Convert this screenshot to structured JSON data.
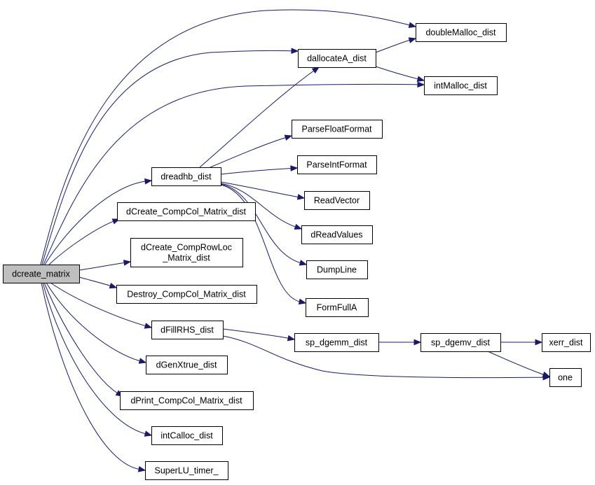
{
  "graph": {
    "nodes": [
      {
        "id": "dcreate_matrix",
        "lines": [
          "dcreate_matrix"
        ],
        "root": true
      },
      {
        "id": "doubleMalloc_dist",
        "lines": [
          "doubleMalloc_dist"
        ]
      },
      {
        "id": "dallocateA_dist",
        "lines": [
          "dallocateA_dist"
        ]
      },
      {
        "id": "intMalloc_dist",
        "lines": [
          "intMalloc_dist"
        ]
      },
      {
        "id": "ParseFloatFormat",
        "lines": [
          "ParseFloatFormat"
        ]
      },
      {
        "id": "ParseIntFormat",
        "lines": [
          "ParseIntFormat"
        ]
      },
      {
        "id": "dreadhb_dist",
        "lines": [
          "dreadhb_dist"
        ]
      },
      {
        "id": "ReadVector",
        "lines": [
          "ReadVector"
        ]
      },
      {
        "id": "dCreate_CompCol_Matrix_dist",
        "lines": [
          "dCreate_CompCol_Matrix_dist"
        ]
      },
      {
        "id": "dReadValues",
        "lines": [
          "dReadValues"
        ]
      },
      {
        "id": "dCreate_CompRowLoc_Matrix_dist",
        "lines": [
          "dCreate_CompRowLoc",
          "_Matrix_dist"
        ]
      },
      {
        "id": "DumpLine",
        "lines": [
          "DumpLine"
        ]
      },
      {
        "id": "Destroy_CompCol_Matrix_dist",
        "lines": [
          "Destroy_CompCol_Matrix_dist"
        ]
      },
      {
        "id": "FormFullA",
        "lines": [
          "FormFullA"
        ]
      },
      {
        "id": "dFillRHS_dist",
        "lines": [
          "dFillRHS_dist"
        ]
      },
      {
        "id": "sp_dgemm_dist",
        "lines": [
          "sp_dgemm_dist"
        ]
      },
      {
        "id": "sp_dgemv_dist",
        "lines": [
          "sp_dgemv_dist"
        ]
      },
      {
        "id": "xerr_dist",
        "lines": [
          "xerr_dist"
        ]
      },
      {
        "id": "dGenXtrue_dist",
        "lines": [
          "dGenXtrue_dist"
        ]
      },
      {
        "id": "one",
        "lines": [
          "one"
        ]
      },
      {
        "id": "dPrint_CompCol_Matrix_dist",
        "lines": [
          "dPrint_CompCol_Matrix_dist"
        ]
      },
      {
        "id": "intCalloc_dist",
        "lines": [
          "intCalloc_dist"
        ]
      },
      {
        "id": "SuperLU_timer_",
        "lines": [
          "SuperLU_timer_"
        ]
      }
    ],
    "edges": [
      {
        "from": "dcreate_matrix",
        "to": "doubleMalloc_dist"
      },
      {
        "from": "dcreate_matrix",
        "to": "dallocateA_dist"
      },
      {
        "from": "dcreate_matrix",
        "to": "intMalloc_dist"
      },
      {
        "from": "dcreate_matrix",
        "to": "dreadhb_dist"
      },
      {
        "from": "dcreate_matrix",
        "to": "dCreate_CompCol_Matrix_dist"
      },
      {
        "from": "dcreate_matrix",
        "to": "dCreate_CompRowLoc_Matrix_dist"
      },
      {
        "from": "dcreate_matrix",
        "to": "Destroy_CompCol_Matrix_dist"
      },
      {
        "from": "dcreate_matrix",
        "to": "dFillRHS_dist"
      },
      {
        "from": "dcreate_matrix",
        "to": "dGenXtrue_dist"
      },
      {
        "from": "dcreate_matrix",
        "to": "dPrint_CompCol_Matrix_dist"
      },
      {
        "from": "dcreate_matrix",
        "to": "intCalloc_dist"
      },
      {
        "from": "dcreate_matrix",
        "to": "SuperLU_timer_"
      },
      {
        "from": "dallocateA_dist",
        "to": "doubleMalloc_dist"
      },
      {
        "from": "dallocateA_dist",
        "to": "intMalloc_dist"
      },
      {
        "from": "dreadhb_dist",
        "to": "dallocateA_dist"
      },
      {
        "from": "dreadhb_dist",
        "to": "ParseFloatFormat"
      },
      {
        "from": "dreadhb_dist",
        "to": "ParseIntFormat"
      },
      {
        "from": "dreadhb_dist",
        "to": "ReadVector"
      },
      {
        "from": "dreadhb_dist",
        "to": "dReadValues"
      },
      {
        "from": "dreadhb_dist",
        "to": "DumpLine"
      },
      {
        "from": "dreadhb_dist",
        "to": "FormFullA"
      },
      {
        "from": "dFillRHS_dist",
        "to": "sp_dgemm_dist"
      },
      {
        "from": "dFillRHS_dist",
        "to": "one"
      },
      {
        "from": "sp_dgemm_dist",
        "to": "sp_dgemv_dist"
      },
      {
        "from": "sp_dgemv_dist",
        "to": "xerr_dist"
      },
      {
        "from": "sp_dgemv_dist",
        "to": "one"
      }
    ],
    "colors": {
      "edge": "#191970",
      "root_fill": "#bfbfbf",
      "node_fill": "#ffffff",
      "border": "#000000"
    }
  }
}
